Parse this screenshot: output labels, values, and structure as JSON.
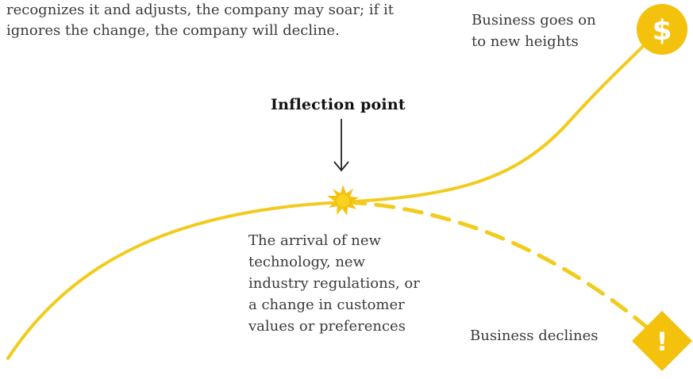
{
  "intro": {
    "lines": [
      "recognizes it and adjusts, the company may soar; if it",
      "ignores the change, the company will decline."
    ]
  },
  "inflection": {
    "title": "Inflection point",
    "description_lines": [
      "The arrival of new",
      "technology, new",
      "industry regulations, or",
      "a change in customer",
      "values or preferences"
    ]
  },
  "outcomes": {
    "up": {
      "lines": [
        "Business goes on",
        "to new heights"
      ],
      "icon": "dollar-icon",
      "icon_glyph": "$"
    },
    "down": {
      "label": "Business declines",
      "icon": "warning-icon",
      "icon_glyph": "!"
    }
  },
  "colors": {
    "curve": "#f2cb1c",
    "icon_fill": "#f4c20d",
    "text": "#3a3a3a",
    "title": "#111111",
    "arrow": "#222222"
  }
}
